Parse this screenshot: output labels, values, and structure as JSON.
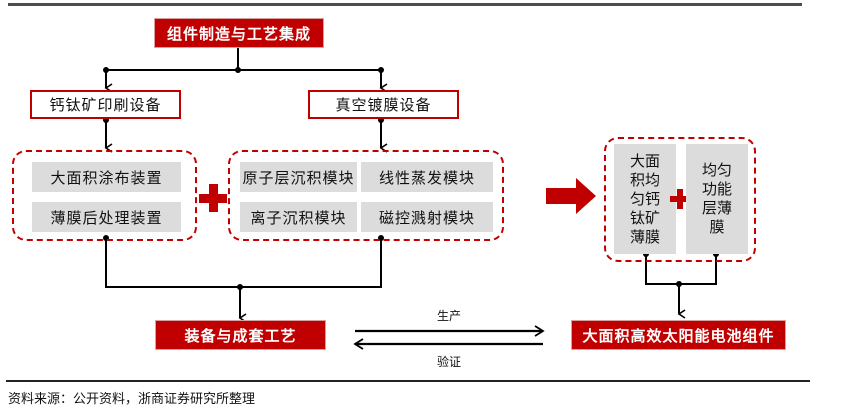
{
  "diagram": {
    "title": "组件制造与工艺集成",
    "branches": [
      {
        "label": "钙钛矿印刷设备",
        "items": [
          "大面积涂布装置",
          "薄膜后处理装置"
        ]
      },
      {
        "label": "真空镀膜设备",
        "items": [
          "原子层沉积模块",
          "线性蒸发模块",
          "离子沉积模块",
          "磁控溅射模块"
        ]
      }
    ],
    "result_films": [
      "大面积均匀钙钛矿薄膜",
      "均匀功能层薄膜"
    ],
    "bottom_left": "装备与成套工艺",
    "bottom_right": "大面积高效太阳能电池组件",
    "arrow_forward_label": "生产",
    "arrow_back_label": "验证",
    "plus_icon": "plus-icon",
    "arrow_icon": "right-arrow-icon"
  },
  "colors": {
    "accent_red": "#c00000",
    "module_gray": "#dcdcdc",
    "rule_gray": "#4d4d4d"
  },
  "footer": {
    "source": "资料来源：公开资料，浙商证券研究所整理"
  }
}
